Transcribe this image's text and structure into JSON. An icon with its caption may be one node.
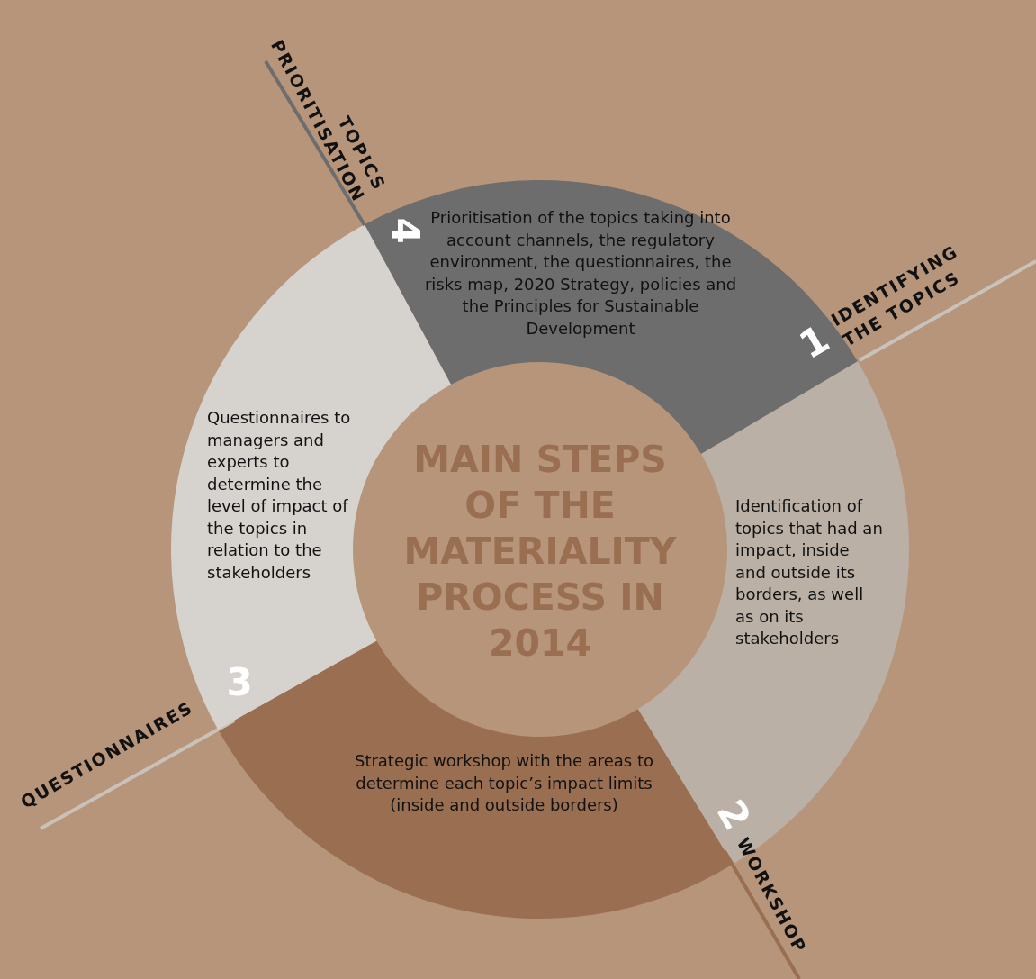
{
  "diagram": {
    "nodes": [
      {
        "text": [
          "MAIN STEPS OF THE MATERIALITY PROCESS IN 2014"
        ]
      },
      {
        "text": [
          "1",
          "Prioritisation of the topics taking into account channels, the regulatory environment, the questionnaires, the risks map, 2020 Strategy, policies and the Principles for Sustainable Development"
        ],
        "beside": [
          "IDENTIFYING THE TOPICS"
        ]
      },
      {
        "text": [
          "2",
          "Identification of topics that had an impact, inside and outside its borders, as well as on its stakeholders"
        ],
        "beside": [
          "WORKSHOP"
        ]
      },
      {
        "text": [
          "3",
          "Strategic workshop with the areas to determine each topic’s impact limits (inside and outside borders)"
        ],
        "beside": [
          "QUESTIONNAIRES"
        ]
      },
      {
        "text": [
          "4",
          "Questionnaires to managers and experts to determine the level of impact of the topics in relation to the stakeholders"
        ],
        "beside": [
          "TOPICS PRIORITISATION"
        ]
      }
    ]
  }
}
